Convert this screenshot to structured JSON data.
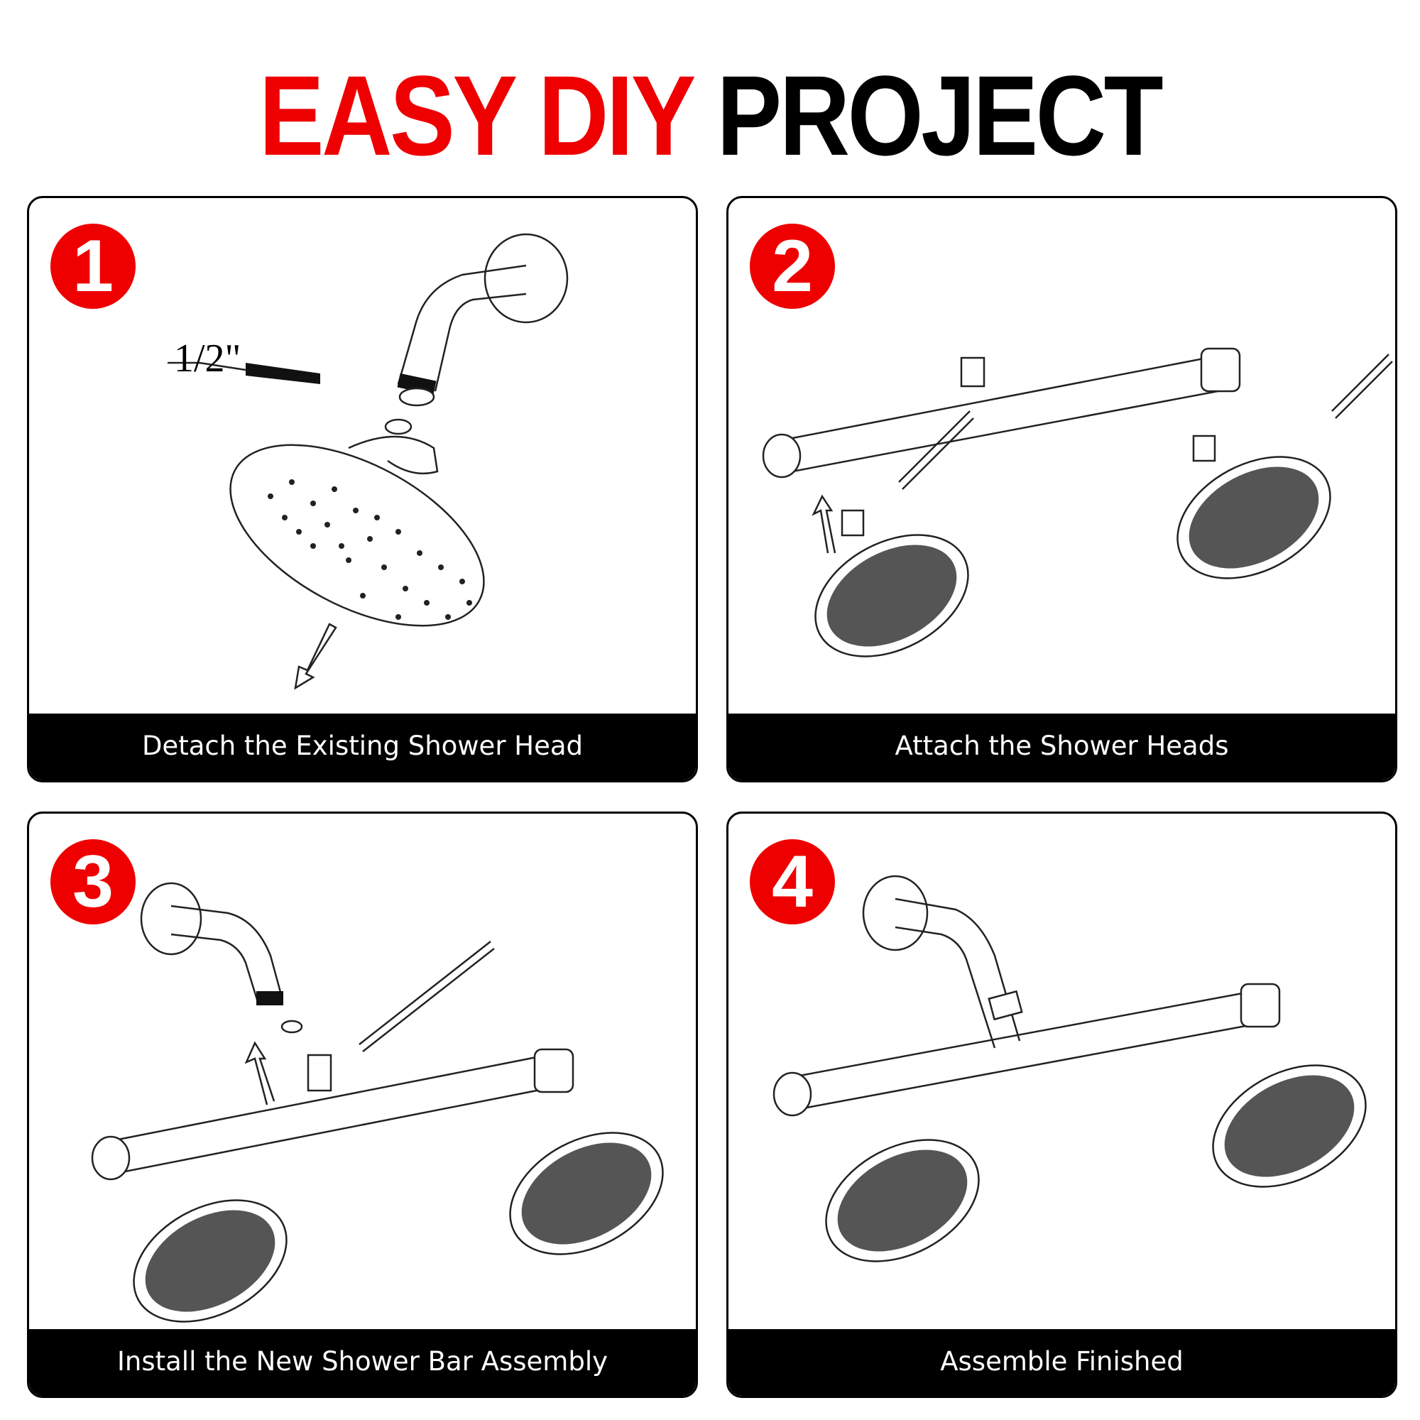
{
  "title": {
    "part1": "EASY DIY",
    "part2": "PROJECT",
    "accent_color": "#ee0000"
  },
  "steps": [
    {
      "number": "1",
      "caption": "Detach the Existing Shower Head",
      "annotation": "1/2\""
    },
    {
      "number": "2",
      "caption": "Attach the Shower Heads"
    },
    {
      "number": "3",
      "caption": "Install the New Shower Bar Assembly"
    },
    {
      "number": "4",
      "caption": "Assemble Finished"
    }
  ]
}
